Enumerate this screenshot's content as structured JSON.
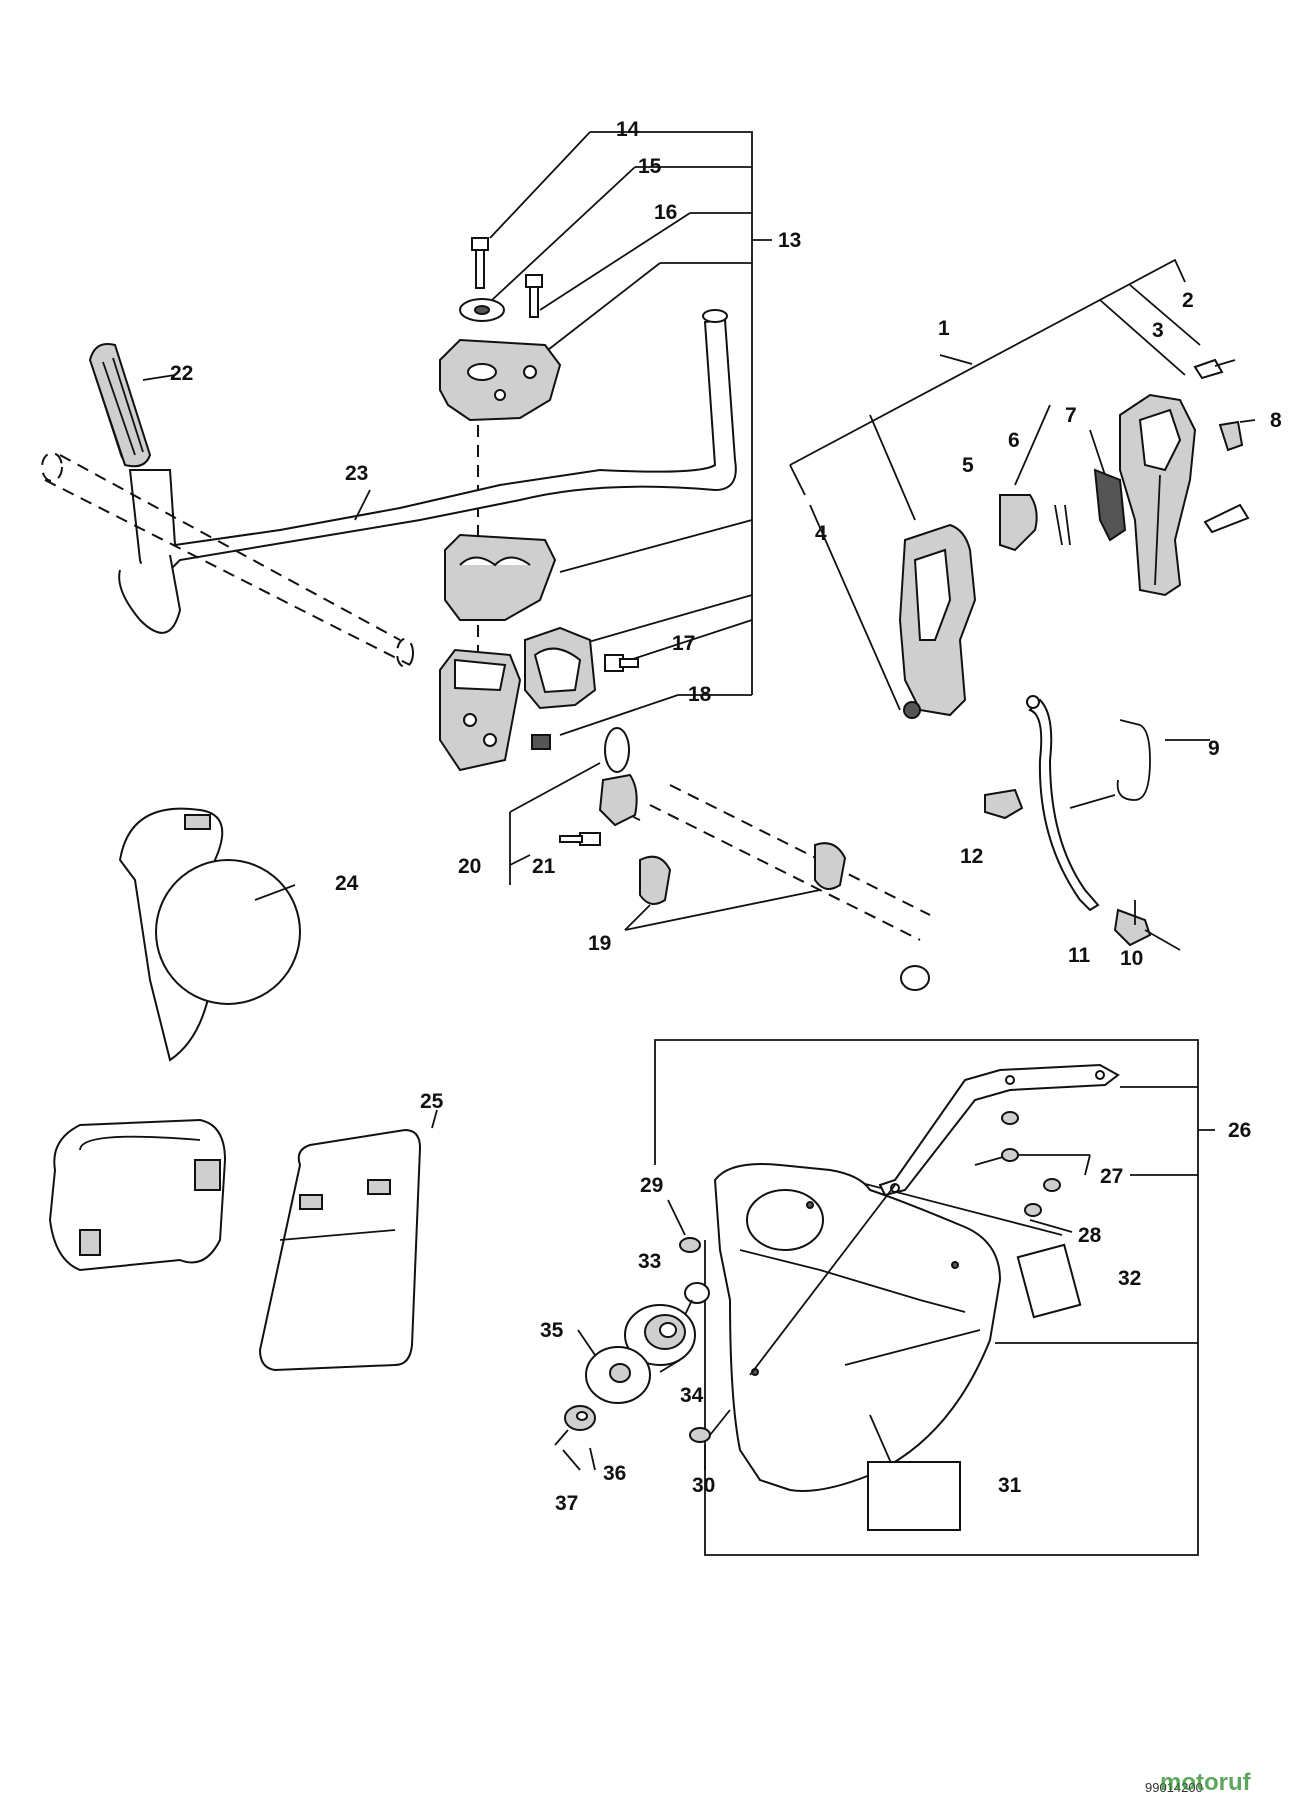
{
  "labels": [
    "1",
    "2",
    "3",
    "4",
    "5",
    "6",
    "7",
    "8",
    "9",
    "10",
    "11",
    "12",
    "13",
    "14",
    "15",
    "16",
    "17",
    "18",
    "19",
    "20",
    "21",
    "22",
    "23",
    "24",
    "25",
    "26",
    "27",
    "28",
    "29",
    "30",
    "31",
    "32",
    "33",
    "34",
    "35",
    "36",
    "37"
  ],
  "footer": {
    "code": "99014200",
    "watermark": "motoruf"
  }
}
